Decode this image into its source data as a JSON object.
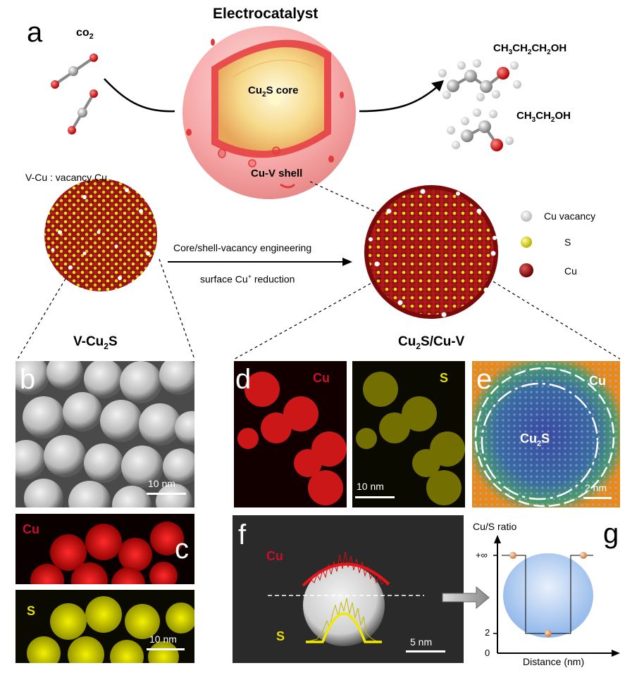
{
  "panel_a": {
    "letter": "a",
    "co2": "co",
    "co2_sub": "2",
    "title": "Electrocatalyst",
    "core_label_pre": "Cu",
    "core_label_sub": "2",
    "core_label_post": "S core",
    "shell_label": "Cu-V shell",
    "product1_parts": [
      "CH",
      "3",
      "CH",
      "2",
      "CH",
      "2",
      "OH"
    ],
    "product2_parts": [
      "CH",
      "3",
      "CH",
      "2",
      "OH"
    ],
    "vacancy_note": "V-Cu : vacancy Cu",
    "arrow_top": "Core/shell-vacancy engineering",
    "arrow_bottom_pre": "surface Cu",
    "arrow_bottom_sup": "+",
    "arrow_bottom_post": " reduction",
    "legend": [
      "Cu vacancy",
      "S",
      "Cu"
    ],
    "left_name_pre": "V-Cu",
    "left_name_sub": "2",
    "left_name_post": "S",
    "right_name_pre": "Cu",
    "right_name_sub": "2",
    "right_name_post": "S/Cu-V"
  },
  "panel_b": {
    "letter": "b",
    "scale": "10 nm"
  },
  "panel_c": {
    "letter": "c",
    "cu": "Cu",
    "s": "S",
    "scale": "10 nm"
  },
  "panel_d": {
    "letter": "d",
    "cu": "Cu",
    "s": "S",
    "scale": "10 nm"
  },
  "panel_e": {
    "letter": "e",
    "cu": "Cu",
    "core_pre": "Cu",
    "core_sub": "2",
    "core_post": "S",
    "scale": "2 nm"
  },
  "panel_f": {
    "letter": "f",
    "cu": "Cu",
    "s": "S",
    "scale": "5 nm"
  },
  "panel_g": {
    "letter": "g",
    "ylabel": "Cu/S ratio",
    "xlabel": "Distance (nm)",
    "ytick_inf": "+∞",
    "ytick_2": "2",
    "ytick_0": "0"
  },
  "colors": {
    "cu_red": "#c8102e",
    "s_yellow": "#e6e000",
    "sphere_pink": "#f4a6a6",
    "blue_fill": "#a9c7ef"
  }
}
